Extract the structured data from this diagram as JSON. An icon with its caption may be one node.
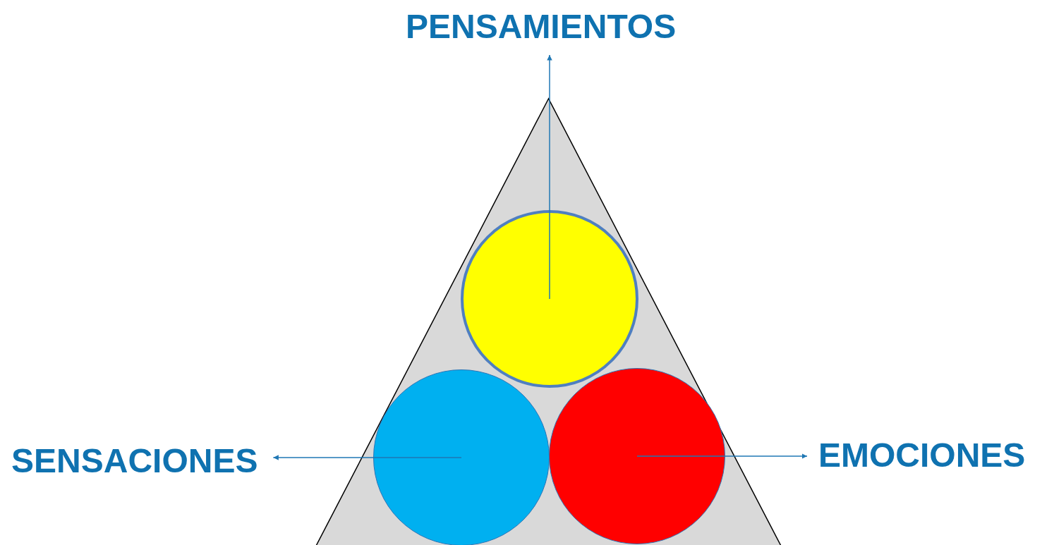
{
  "diagram": {
    "nodes": [
      {
        "text": [],
        "shape": "triangle"
      },
      {
        "text": [],
        "shape": "circle",
        "in": 0
      },
      {
        "text": [],
        "shape": "circle",
        "in": 0
      },
      {
        "text": [],
        "shape": "circle",
        "in": 0
      },
      {
        "text": [
          "PENSAMIENTOS"
        ]
      },
      {
        "text": [
          "SENSACIONES"
        ]
      },
      {
        "text": [
          "EMOCIONES"
        ]
      }
    ],
    "edges": [
      {
        "from": 1,
        "to": 4,
        "arrow": "to"
      },
      {
        "from": 2,
        "to": 5,
        "arrow": "to"
      },
      {
        "from": 3,
        "to": 6,
        "arrow": "to"
      }
    ]
  }
}
